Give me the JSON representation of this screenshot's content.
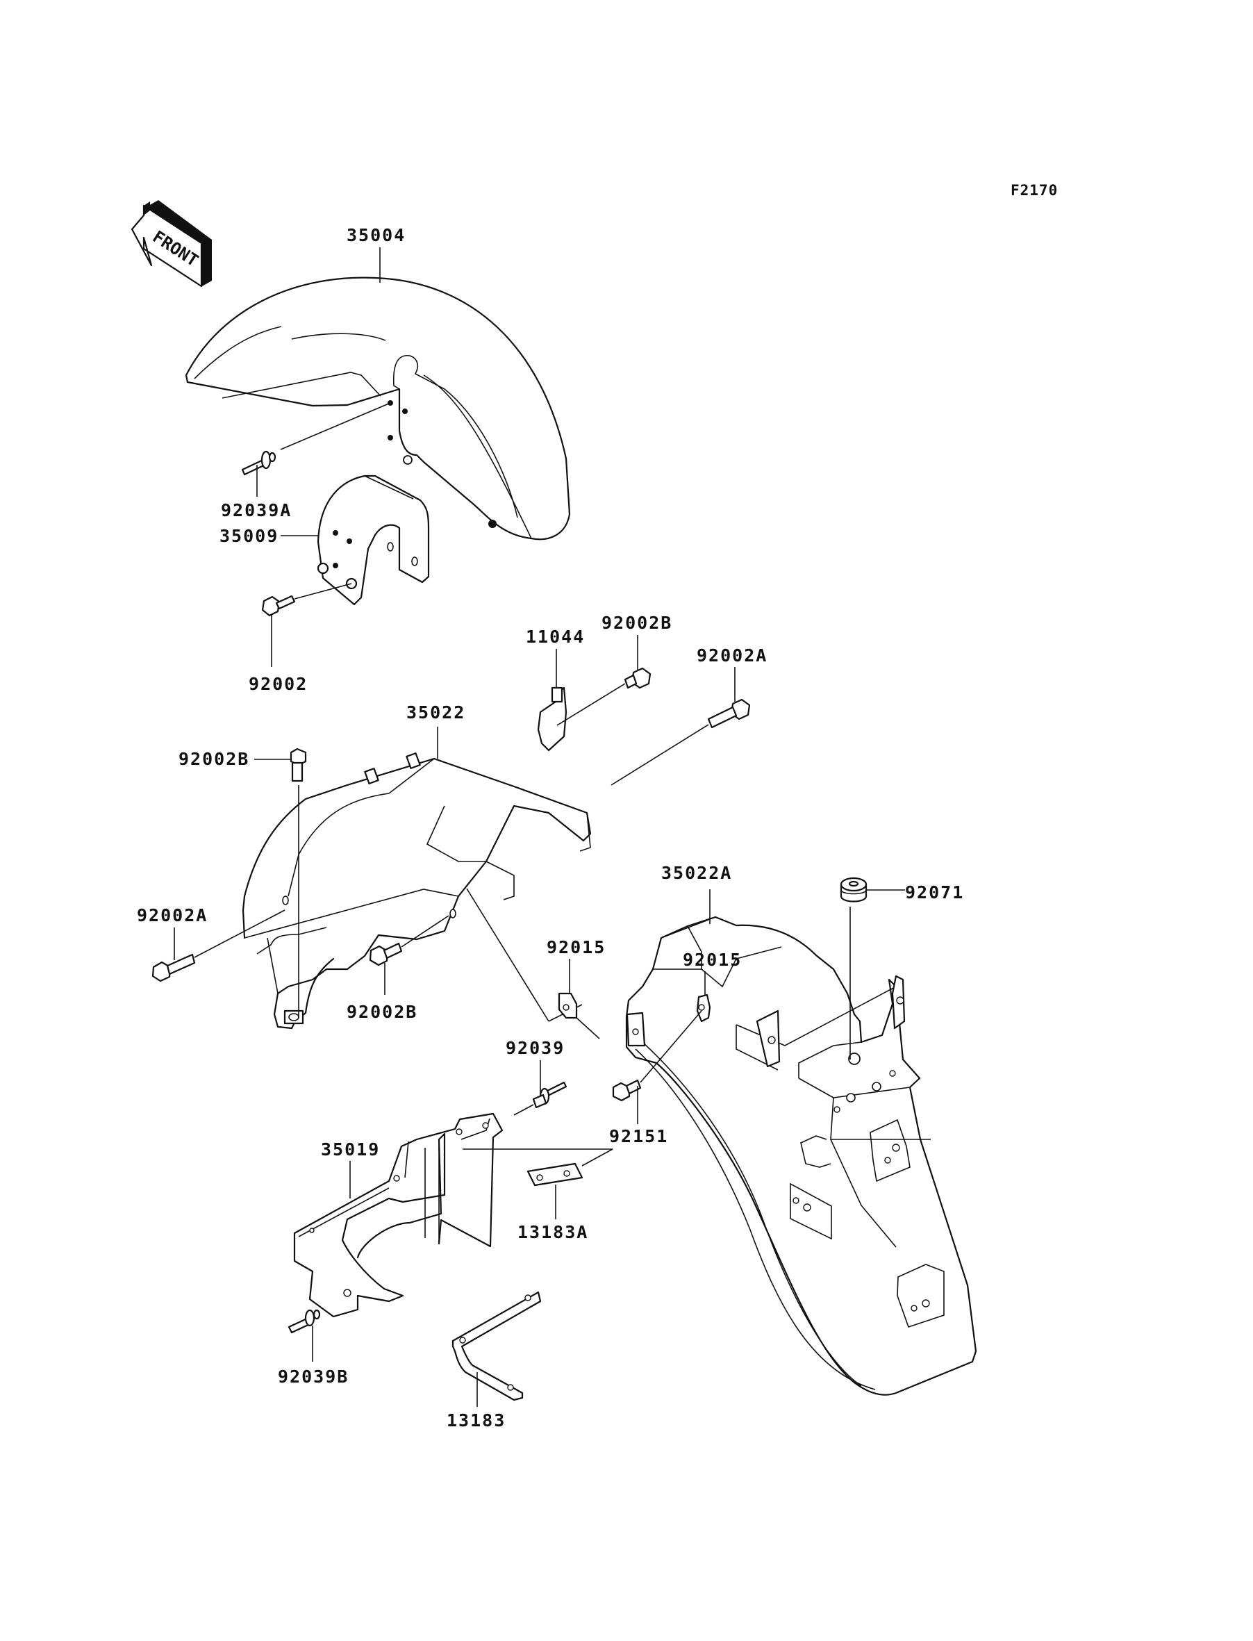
{
  "diagram": {
    "figure_code": "F2170",
    "front_indicator": "FRONT",
    "parts": {
      "front_fender": "35004",
      "front_fender_bolt": "92039A",
      "fender_bracket": "35009",
      "bracket_bolt": "92002",
      "clamp": "11044",
      "bolt_b_top": "92002B",
      "bolt_a_top": "92002A",
      "rear_inner_fender": "35022",
      "bolt_b_left": "92002B",
      "bolt_a_left": "92002A",
      "bolt_b_lower": "92002B",
      "rear_fender": "35022A",
      "grommet": "92071",
      "nut_left": "92015",
      "nut_right": "92015",
      "collar_bolt": "92039",
      "bolt_92151": "92151",
      "inner_flap": "35019",
      "plate": "13183A",
      "flap_bolt": "92039B",
      "stay": "13183"
    }
  }
}
